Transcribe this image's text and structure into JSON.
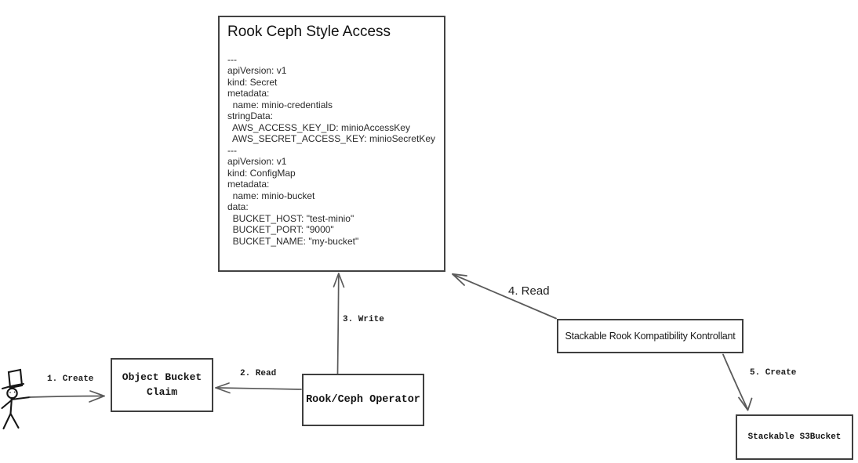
{
  "big_box": {
    "title": "Rook Ceph Style Access",
    "yaml": [
      "---",
      "apiVersion: v1",
      "kind: Secret",
      "metadata:",
      "  name: minio-credentials",
      "stringData:",
      "  AWS_ACCESS_KEY_ID: minioAccessKey",
      "  AWS_SECRET_ACCESS_KEY: minioSecretKey",
      "---",
      "apiVersion: v1",
      "kind: ConfigMap",
      "metadata:",
      "  name: minio-bucket",
      "data:",
      "  BUCKET_HOST: \"test-minio\"",
      "  BUCKET_PORT: \"9000\"",
      "  BUCKET_NAME: \"my-bucket\""
    ]
  },
  "nodes": {
    "object_bucket_claim": "Object Bucket Claim",
    "rook_ceph_operator": "Rook/Ceph Operator",
    "stackable_kontrollant": "Stackable Rook Kompatibility Kontrollant",
    "stackable_s3bucket": "Stackable S3Bucket"
  },
  "edges": {
    "e1": "1. Create",
    "e2": "2. Read",
    "e3": "3. Write",
    "e4": "4. Read",
    "e5": "5. Create"
  },
  "colors": {
    "background": "#ffffff",
    "box_border": "#3f3f3f",
    "arrow_line": "#5a5a5a",
    "actor_stroke": "#161616",
    "text": "#1a1a1a"
  }
}
